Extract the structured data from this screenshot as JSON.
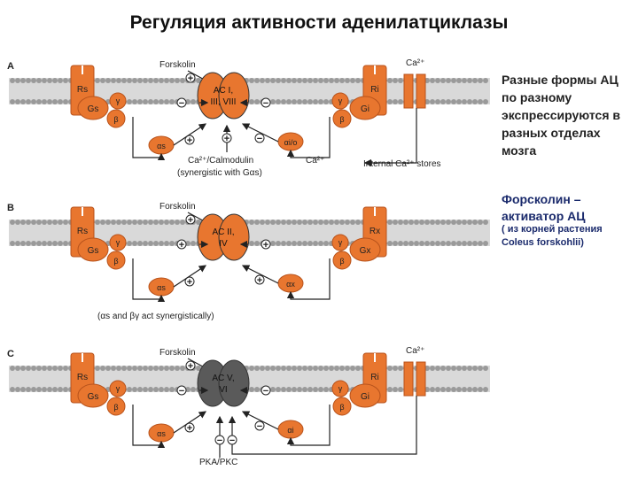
{
  "title": "Регуляция активности аденилатциклазы",
  "side_text": {
    "note1": "Разные формы АЦ по разному экспрессируются в разных отделах мозга",
    "note2": "Форсколин – активатор АЦ",
    "note3": "( из корней растения Coleus forskohlii)"
  },
  "panels": [
    {
      "letter": "A",
      "forskolin": "Forskolin",
      "ac_line1": "AC I,",
      "ac_line2": "III, VIII",
      "rs": "Rs",
      "gs": "Gs",
      "gamma": "γ",
      "beta": "β",
      "ri": "Ri",
      "gi": "Gi",
      "gamma_r": "γ",
      "beta_r": "β",
      "alpha_left": "αs",
      "alpha_right": "αi/o",
      "ca": "Ca²⁺",
      "cam": "Ca²⁺/Calmodulin",
      "cam2": "(synergistic with Gαs)",
      "ca2": "Ca²⁺",
      "stores": "Internal Ca²⁺ stores"
    },
    {
      "letter": "B",
      "forskolin": "Forskolin",
      "ac_line1": "AC II,",
      "ac_line2": "IV",
      "rs": "Rs",
      "gs": "Gs",
      "gamma": "γ",
      "beta": "β",
      "rx": "Rx",
      "gx": "Gx",
      "gamma_r": "γ",
      "beta_r": "β",
      "alpha_left": "αs",
      "alpha_right": "αx",
      "synergy": "(αs and βγ act synergistically)"
    },
    {
      "letter": "C",
      "forskolin": "Forskolin",
      "ac_line1": "AC V,",
      "ac_line2": "VI",
      "rs": "Rs",
      "gs": "Gs",
      "gamma": "γ",
      "beta": "β",
      "ri": "Ri",
      "gi": "Gi",
      "gamma_r": "γ",
      "beta_r": "β",
      "alpha_left": "αs",
      "alpha_right": "αi",
      "pka": "PKA/PKC",
      "ca": "Ca²⁺"
    }
  ],
  "signs": {
    "plus": "+",
    "minus": "−"
  },
  "colors": {
    "protein": "#e8762f",
    "protein_dark": "#b8531c",
    "ac_grey": "#5a5a5a",
    "membrane": "#9a9a9a",
    "text": "#222222"
  }
}
